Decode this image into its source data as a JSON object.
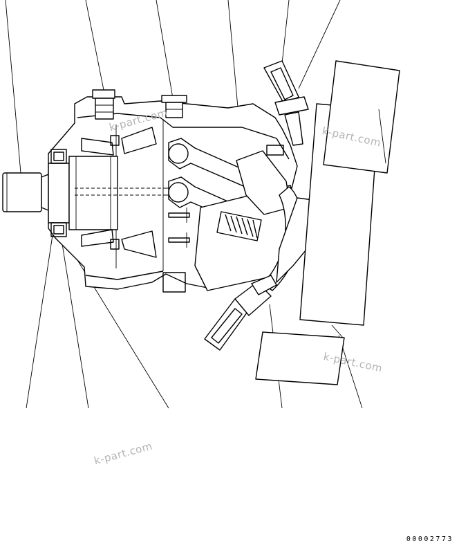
{
  "watermarks": [
    "k-part.com",
    "k-part.com",
    "k-part.com",
    "k-part.com"
  ],
  "drawing_code": "00002773"
}
